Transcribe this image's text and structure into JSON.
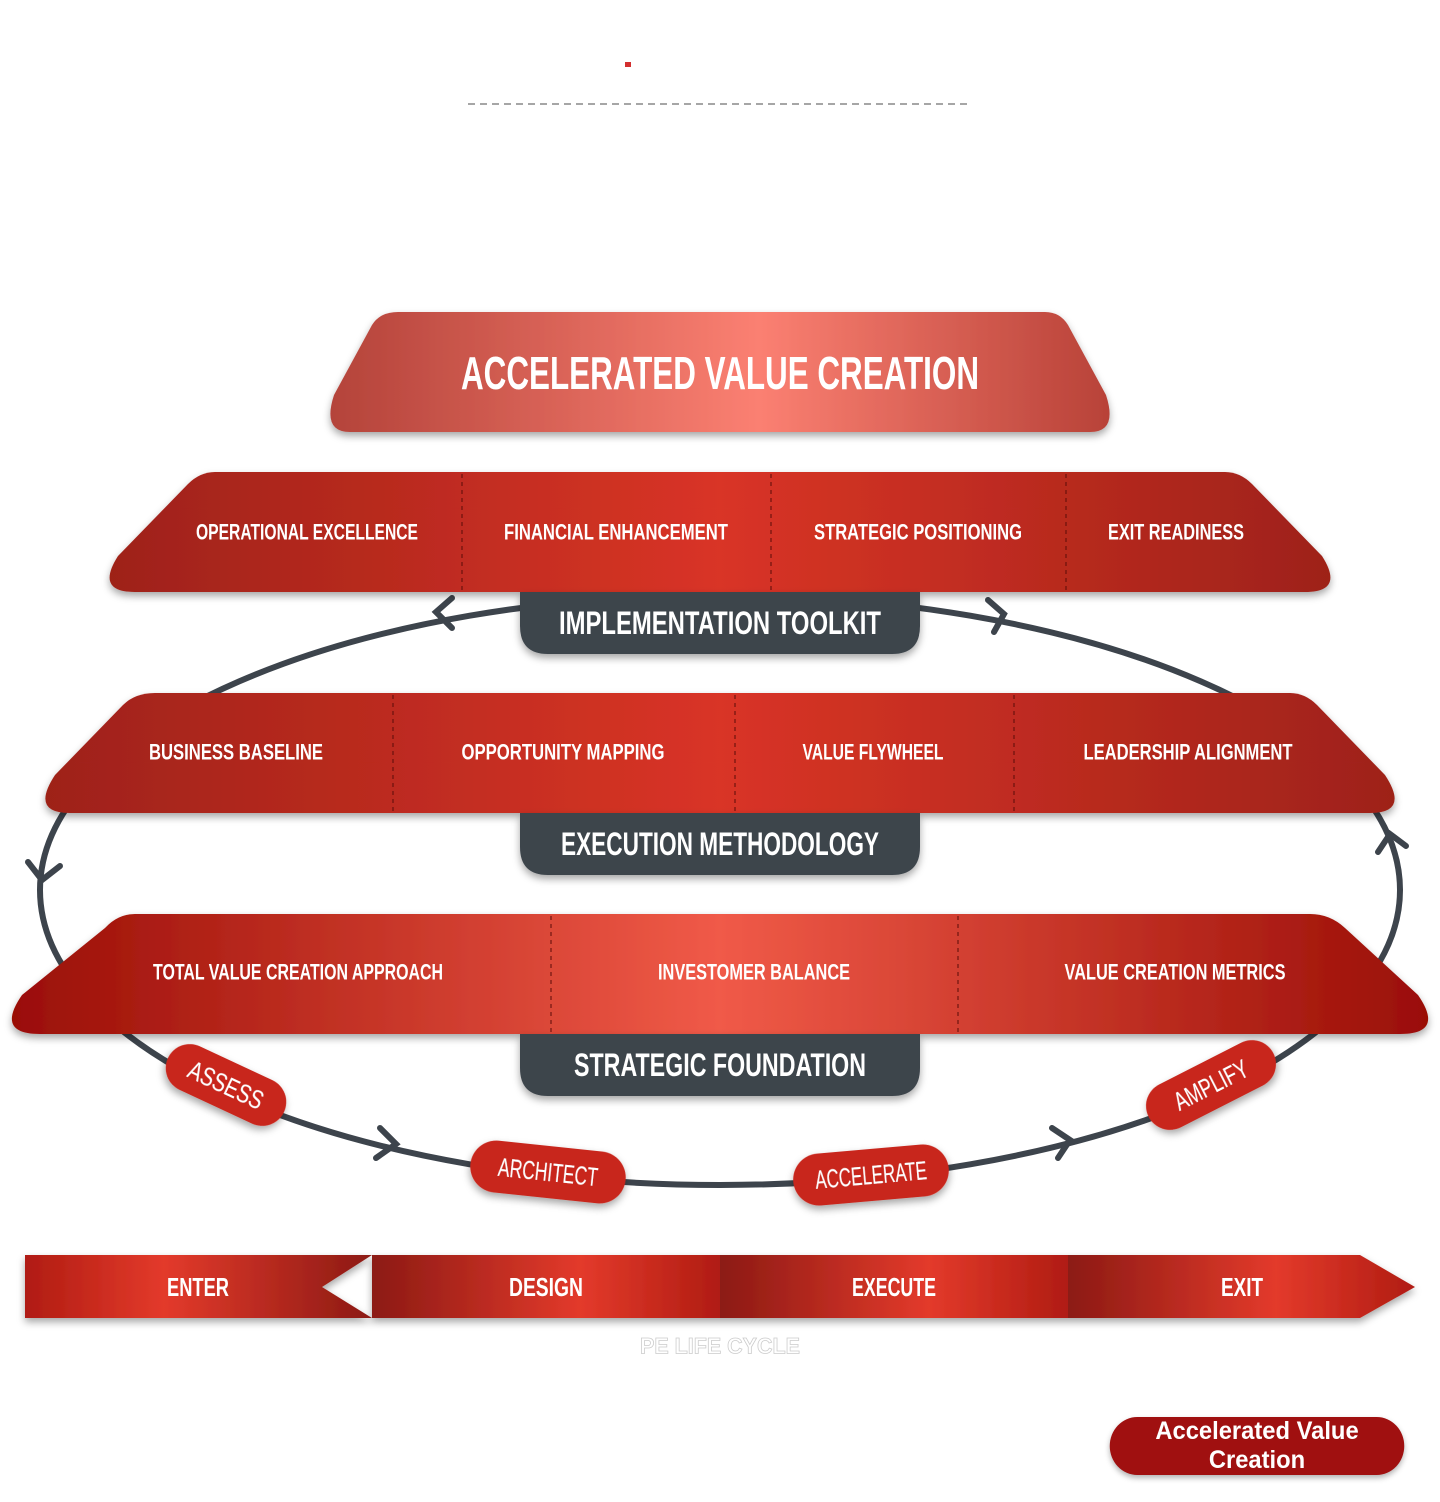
{
  "header": {
    "divider": "dashed"
  },
  "top_banner": {
    "title": "ACCELERATED VALUE CREATION"
  },
  "tiers": [
    {
      "label": "IMPLEMENTATION TOOLKIT",
      "items": [
        "OPERATIONAL EXCELLENCE",
        "FINANCIAL ENHANCEMENT",
        "STRATEGIC POSITIONING",
        "EXIT READINESS"
      ]
    },
    {
      "label": "EXECUTION METHODOLOGY",
      "items": [
        "BUSINESS BASELINE",
        "OPPORTUNITY MAPPING",
        "VALUE FLYWHEEL",
        "LEADERSHIP ALIGNMENT"
      ]
    },
    {
      "label": "STRATEGIC FOUNDATION",
      "items": [
        "TOTAL VALUE CREATION APPROACH",
        "INVESTOMER BALANCE",
        "VALUE CREATION METRICS"
      ]
    }
  ],
  "cycle": {
    "steps": [
      "ASSESS",
      "ARCHITECT",
      "ACCELERATE",
      "AMPLIFY"
    ]
  },
  "lifecycle": {
    "stages": [
      "ENTER",
      "DESIGN",
      "EXECUTE",
      "EXIT"
    ],
    "caption": "PE LIFE CYCLE"
  },
  "cta": {
    "label": "Accelerated Value Creation"
  },
  "colors": {
    "red": "#c0281e",
    "dark_red": "#a01010",
    "slate": "#3d444c",
    "light_red": "#f07a6c"
  }
}
